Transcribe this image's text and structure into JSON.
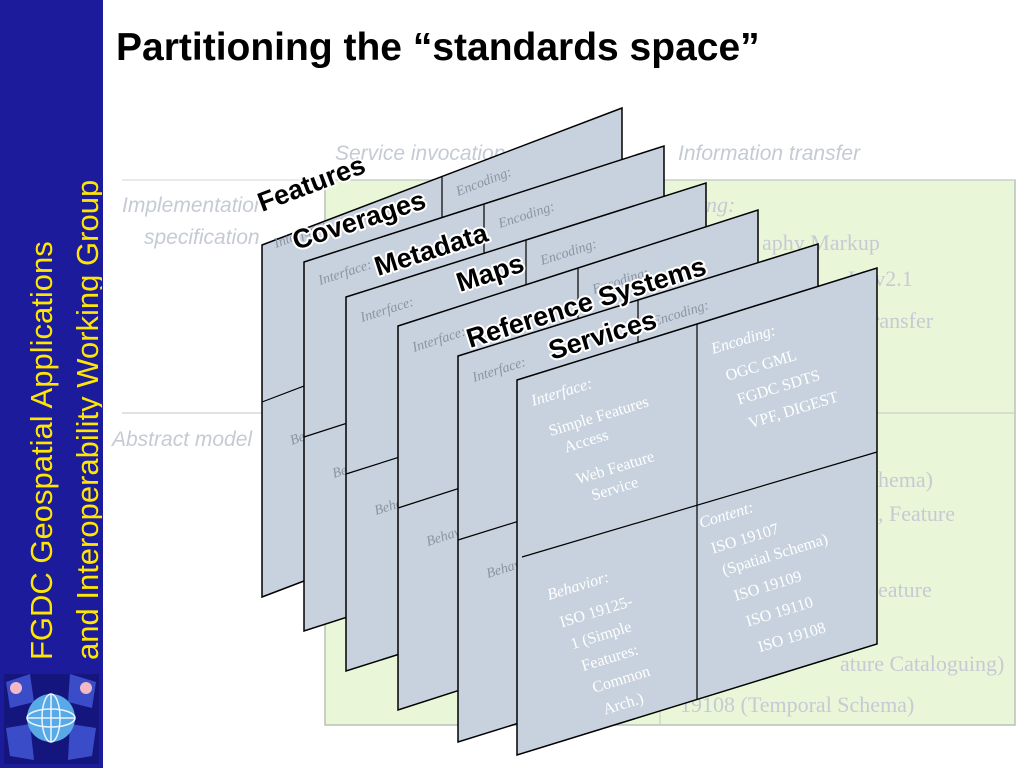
{
  "sidebar": {
    "line1": "FGDC Geospatial Applications",
    "line2": "and  Interoperability Working Group"
  },
  "title": "Partitioning the “standards space”",
  "background_grid": {
    "col_headers": [
      "Service invocation",
      "Information transfer"
    ],
    "row_headers": {
      "implementation": [
        "Implementation",
        "specification"
      ],
      "abstract": "Abstract model"
    },
    "visible_fragments": [
      "ng:",
      "aphy Markup",
      "L) v2.1",
      "ransfer",
      "hema)",
      ", Feature",
      "eature",
      "ature Cataloguing)",
      "19108 (Temporal Schema)"
    ]
  },
  "cards": [
    {
      "label": "Features",
      "interface": "Interface:",
      "encoding": "Encoding:",
      "behavior": "Behavior:"
    },
    {
      "label": "Coverages",
      "interface": "Interface:",
      "encoding": "Encoding:",
      "behavior": "Behavior:"
    },
    {
      "label": "Metadata",
      "interface": "Interface:",
      "encoding": "Encoding:",
      "behavior": "Behavior:"
    },
    {
      "label": "Maps",
      "interface": "Interface:",
      "encoding": "Encoding:",
      "behavior": "Behavior:"
    },
    {
      "label": "Reference Systems",
      "interface": "Interface:",
      "encoding": "Encoding:",
      "behavior": "Behavior:"
    },
    {
      "label": "Services",
      "interface": "Interface:",
      "encoding": "Encoding:",
      "behavior": "Behavior:"
    }
  ],
  "front_card": {
    "interface_heading": "Interface:",
    "interface_items": [
      "Simple Features",
      "Access",
      "Web Feature",
      "Service"
    ],
    "encoding_heading": "Encoding:",
    "encoding_items": [
      "OGC GML",
      "FGDC SDTS",
      "VPF, DIGEST"
    ],
    "behavior_heading": "Behavior:",
    "behavior_items": [
      "ISO 19125-",
      "1 (Simple",
      "Features:",
      "Common",
      "Arch.)"
    ],
    "content_heading": "Content:",
    "content_items": [
      "ISO 19107",
      "(Spatial Schema)",
      "ISO 19109",
      "ISO 19110",
      "ISO 19108"
    ]
  },
  "colors": {
    "sidebar_bg": "#1b1b9c",
    "sidebar_text": "#ffe600",
    "card_fill": "#c8d2de",
    "grid_fill": "#eaf6d8",
    "faded_text": "#c5cad4"
  }
}
